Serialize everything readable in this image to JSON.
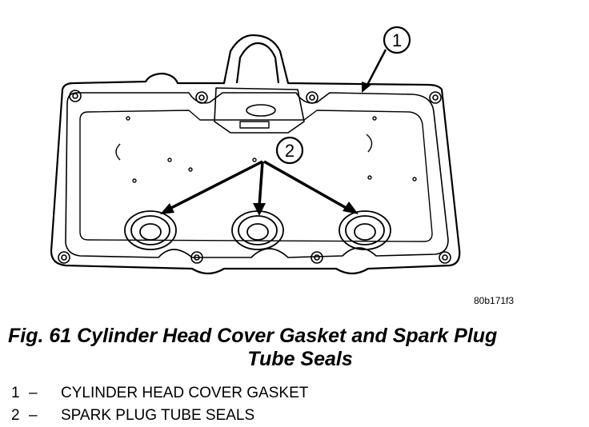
{
  "figure": {
    "image_code": "80b171f3",
    "callouts": [
      {
        "number": "1",
        "target": "cylinder-head-cover-gasket"
      },
      {
        "number": "2",
        "target": "spark-plug-tube-seals"
      }
    ]
  },
  "caption": {
    "line1": "Fig. 61 Cylinder Head Cover Gasket and Spark Plug",
    "line2": "Tube Seals"
  },
  "legend": {
    "dash": "–",
    "items": [
      {
        "num": "1",
        "text": "CYLINDER HEAD COVER GASKET"
      },
      {
        "num": "2",
        "text": "SPARK PLUG TUBE SEALS"
      }
    ]
  }
}
